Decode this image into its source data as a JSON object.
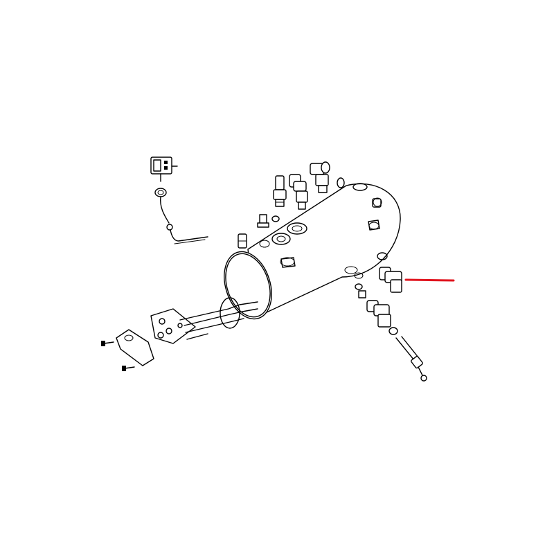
{
  "diagram": {
    "kind": "exploded-parts-drawing",
    "subject": "boiler-assembly",
    "highlight_color": "#e0141e",
    "line_color": "#000000",
    "background": "#ffffff",
    "parts": [
      {
        "id": "boiler-tank"
      },
      {
        "id": "heating-element"
      },
      {
        "id": "heating-element-flange-cover"
      },
      {
        "id": "pressure-switch-sensor"
      },
      {
        "id": "steam-tap-fitting"
      },
      {
        "id": "water-tap-fitting"
      },
      {
        "id": "safety-valve"
      },
      {
        "id": "vacuum-breaker-valve"
      },
      {
        "id": "level-probe"
      },
      {
        "id": "highlighted-fitting"
      },
      {
        "id": "elbow-fitting"
      },
      {
        "id": "probe-rod"
      },
      {
        "id": "gaskets"
      },
      {
        "id": "fixing-screws"
      }
    ],
    "pointer": {
      "target": "highlighted-fitting",
      "icon": "red-pointer-line"
    }
  }
}
